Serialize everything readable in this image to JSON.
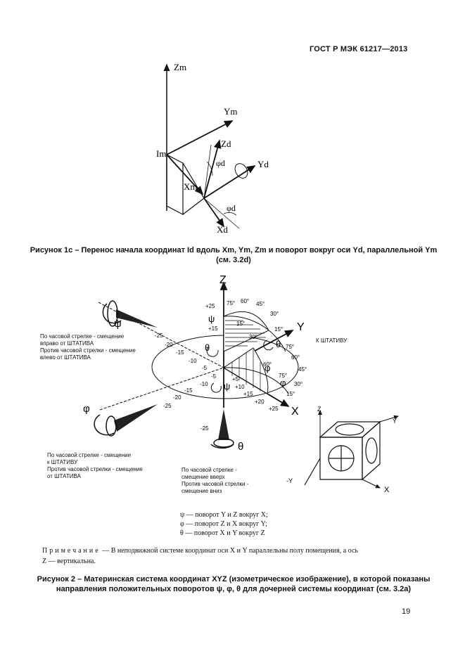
{
  "header": {
    "standard": "ГОСТ Р МЭК 61217—2013"
  },
  "figure1c": {
    "axes": {
      "zm": "Zm",
      "ym": "Ym",
      "xm": "Xm",
      "zd": "Zd",
      "yd": "Yd",
      "xd": "Xd",
      "origin": "Im",
      "phi_upper": "φd",
      "phi_lower": "φd"
    },
    "caption": "Рисунок 1с – Перенос начала координат Id вдоль Xm, Ym, Zm и поворот вокруг оси Yd, параллельной Ym (см. 3.2d)"
  },
  "figure2": {
    "axes": {
      "z": "Z",
      "y": "Y",
      "x": "X",
      "cube_z": "Z",
      "cube_y": "Y",
      "cube_x": "X",
      "cube_neg_y": "-Y"
    },
    "rotations": {
      "psi": "ψ",
      "phi": "φ",
      "theta": "θ"
    },
    "k_shtativu": "К ШТАТИВУ",
    "x_ticks_neg": [
      "-25",
      "-20",
      "-15",
      "-10",
      "-5"
    ],
    "x_ticks_pos": [
      "+5",
      "+10",
      "+15",
      "+20",
      "+25"
    ],
    "y_ticks_neg": [
      "-25",
      "-20",
      "-15",
      "-10",
      "-5"
    ],
    "z_ticks": [
      "+25",
      "+15",
      "-25"
    ],
    "angles_upper": [
      "75°",
      "60°",
      "45°",
      "30°",
      "15°",
      "15°",
      "30°"
    ],
    "angles_lower": [
      "75°",
      "60°",
      "45°",
      "30°",
      "15°",
      "75°",
      "60°"
    ],
    "text_psi": [
      "По часовой стрелке - смещение",
      "вправо от ШТАТИВА",
      "Против часовой стрелки - смещение",
      "влево от ШТАТИВА"
    ],
    "text_phi": [
      "По часовой стрелке - смещение",
      "к ШТАТИВУ",
      "Против часовой стрелки - смещение",
      "от ШТАТИВА"
    ],
    "text_theta": [
      "По часовой стрелке -",
      "смещение вверх",
      "Против часовой стрелки -",
      "смещение вниз"
    ],
    "legend": [
      "ψ — поворот Y и Z вокруг X;",
      "φ — поворот Z и X вокруг Y;",
      "θ — поворот X и Y вокруг Z"
    ],
    "note_label": "Примечание",
    "note_text": " — В неподвижной системе координат оси X и Y параллельны полу помещения, а ось",
    "note_text2": "Z  — вертикальна.",
    "caption": "Рисунок 2 – Материнская система координат XYZ (изометрическое изображение), в которой показаны направления положительных поворотов ψ, φ, θ для  дочерней системы координат (см. 3.2а)"
  },
  "page_number": "19"
}
